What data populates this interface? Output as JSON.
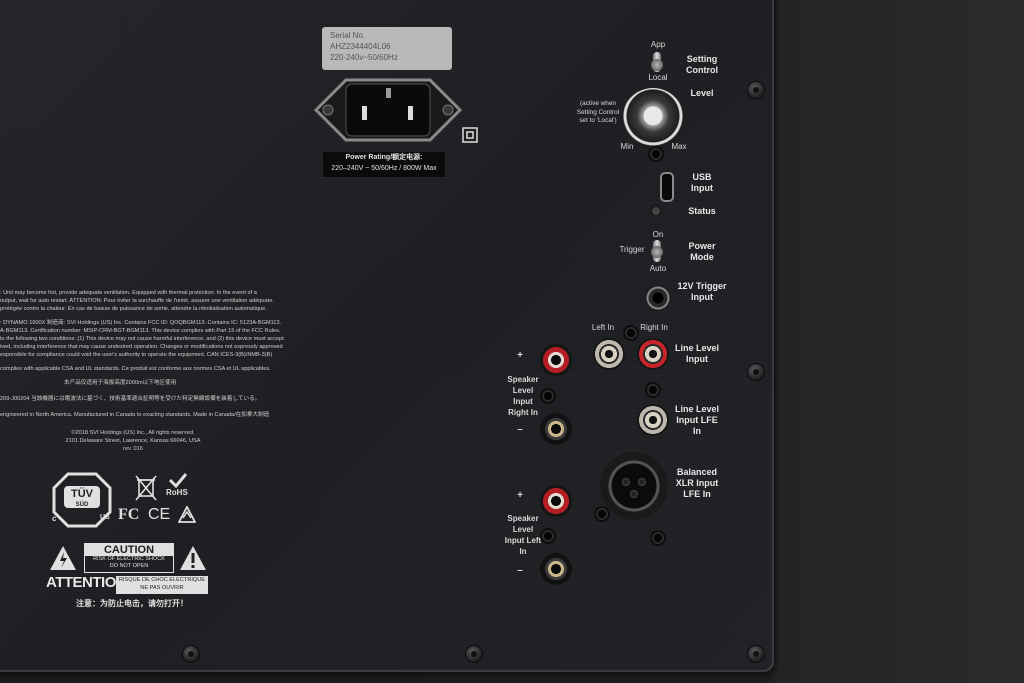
{
  "serial_plate": {
    "line1": "Serial No.",
    "line2": "AHZ2344404L06",
    "line3": "220-240v~50/60Hz"
  },
  "power_rating": {
    "line1": "Power Rating/额定电源:",
    "line2": "220–240V ~ 50/60Hz / 800W Max"
  },
  "controls": {
    "app_label": "App",
    "local_label": "Local",
    "setting_control": "Setting Control",
    "level": "Level",
    "active_note": "(active when Setting Control set to 'Local')",
    "min": "Min",
    "max": "Max",
    "usb_input": "USB Input",
    "status": "Status",
    "on": "On",
    "trigger": "Trigger",
    "auto": "Auto",
    "power_mode": "Power Mode",
    "trigger_input": "12V Trigger Input",
    "left_in": "Left In",
    "right_in": "Right In",
    "line_level_input": "Line Level Input",
    "line_level_lfe": "Line Level Input LFE In",
    "balanced_xlr": "Balanced XLR Input LFE In",
    "speaker_right": "Speaker Level Input Right In",
    "speaker_left": "Speaker Level Input Left In",
    "plus": "+",
    "minus": "–"
  },
  "legal": {
    "l1": ": Unit may become hot, provide adequate ventilation. Equipped with thermal protection. In the event of a",
    "l2": "output, wait for auto restart. ATTENTION: Pour éviter la surchauffe de l'unité, assurer une ventilation adéquate.",
    "l3": "protégée  contre la chaleur. En cas de baisse de puissance de sortie, attendre la réinitialisation automatique.",
    "l4": ": DYNAMO 1600X 制造商: SVI Holdings (US) Inc. Contains FCC ID: QOQBGM113. Contains IC: 5123A-BGM113.",
    "l5": "A-BGM113. Certification number: MSIP-CRM-BGT-BGM113. This device complies with Part 15 of the FCC Rules.",
    "l6": "to the following two conditions: (1) This device may not cause harmful interference, and (2) this device must accept",
    "l7": "ived, including interference that may cause undesired operation. Changes or modifications not expressly approved",
    "l8": "esponsible for compliance could void the user's authority to operate the equipment. CAN ICES-3(B)/NMB-3(B)",
    "l9": "complies with applicable CSA and UL standards. Ce produit est conforme aux normes CSA et UL applicables.",
    "l10": "本产品仅适用于海拔高度2000m以下地区使用",
    "l11": "209-J00204 当該機器には電波法に基づく、技術基準適合証明等を受けた特定無線設備を装着している。",
    "l12": "engineered in North America. Manufactured in Canada to exacting standards. Made in Canada/在加拿大制造",
    "copyright1": "©2018 SVI Holdings (US) Inc., All rights reserved.",
    "copyright2": "2101 Delaware Street, Lawrence, Kansas 66046, USA",
    "copyright3": "rev. 016"
  },
  "certs": {
    "tuv": "TÜV",
    "sud": "SÜD",
    "c": "c",
    "us": "US",
    "rohs": "RoHS",
    "fc": "FC",
    "ce": "CE"
  },
  "warnings": {
    "caution": "CAUTION",
    "caution_sub1": "RISK OF ELECTRIC SHOCK",
    "caution_sub2": "DO NOT OPEN",
    "attention": "ATTENTION",
    "attention_sub1": "RISQUE DE CHOC ELECTRIQUE",
    "attention_sub2": "NE PAS OUVRIR",
    "chinese": "注意：为防止电击，请勿打开！"
  },
  "colors": {
    "panel": "#1f2023",
    "text": "#e6e6e6",
    "red": "#c8242a",
    "plate": "#b9b9b9"
  }
}
